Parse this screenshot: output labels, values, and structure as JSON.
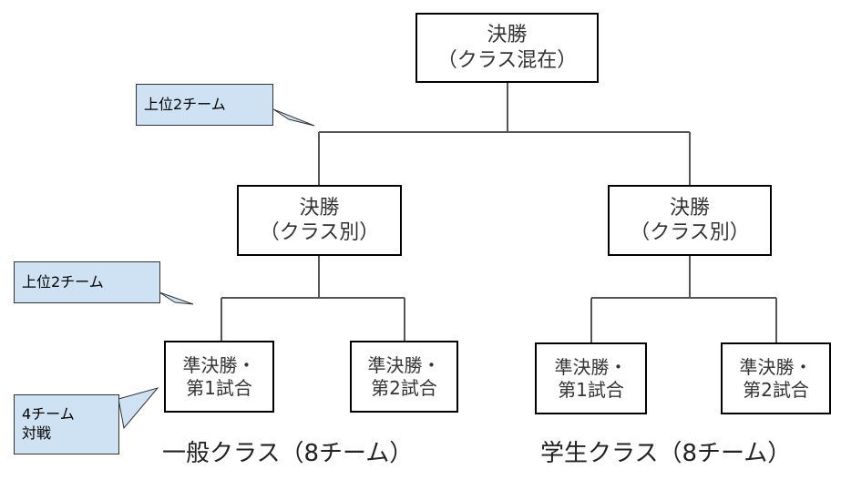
{
  "final": {
    "line1": "決勝",
    "line2": "（クラス混在）"
  },
  "class_finals": [
    {
      "line1": "決勝",
      "line2": "（クラス別）"
    },
    {
      "line1": "決勝",
      "line2": "（クラス別）"
    }
  ],
  "semifinals": [
    {
      "line1": "準決勝・",
      "line2": "第1試合"
    },
    {
      "line1": "準決勝・",
      "line2": "第2試合"
    },
    {
      "line1": "準決勝・",
      "line2": "第1試合"
    },
    {
      "line1": "準決勝・",
      "line2": "第2試合"
    }
  ],
  "callouts": {
    "top": {
      "text": "上位2チーム"
    },
    "middle": {
      "text": "上位2チーム"
    },
    "bottom": {
      "line1": "4チーム",
      "line2": "対戦"
    }
  },
  "class_labels": {
    "general": "一般クラス（8チーム）",
    "student": "学生クラス（8チーム）"
  },
  "colors": {
    "callout_fill": "#cfe2f3",
    "line": "#555555",
    "box_border": "#000000"
  }
}
